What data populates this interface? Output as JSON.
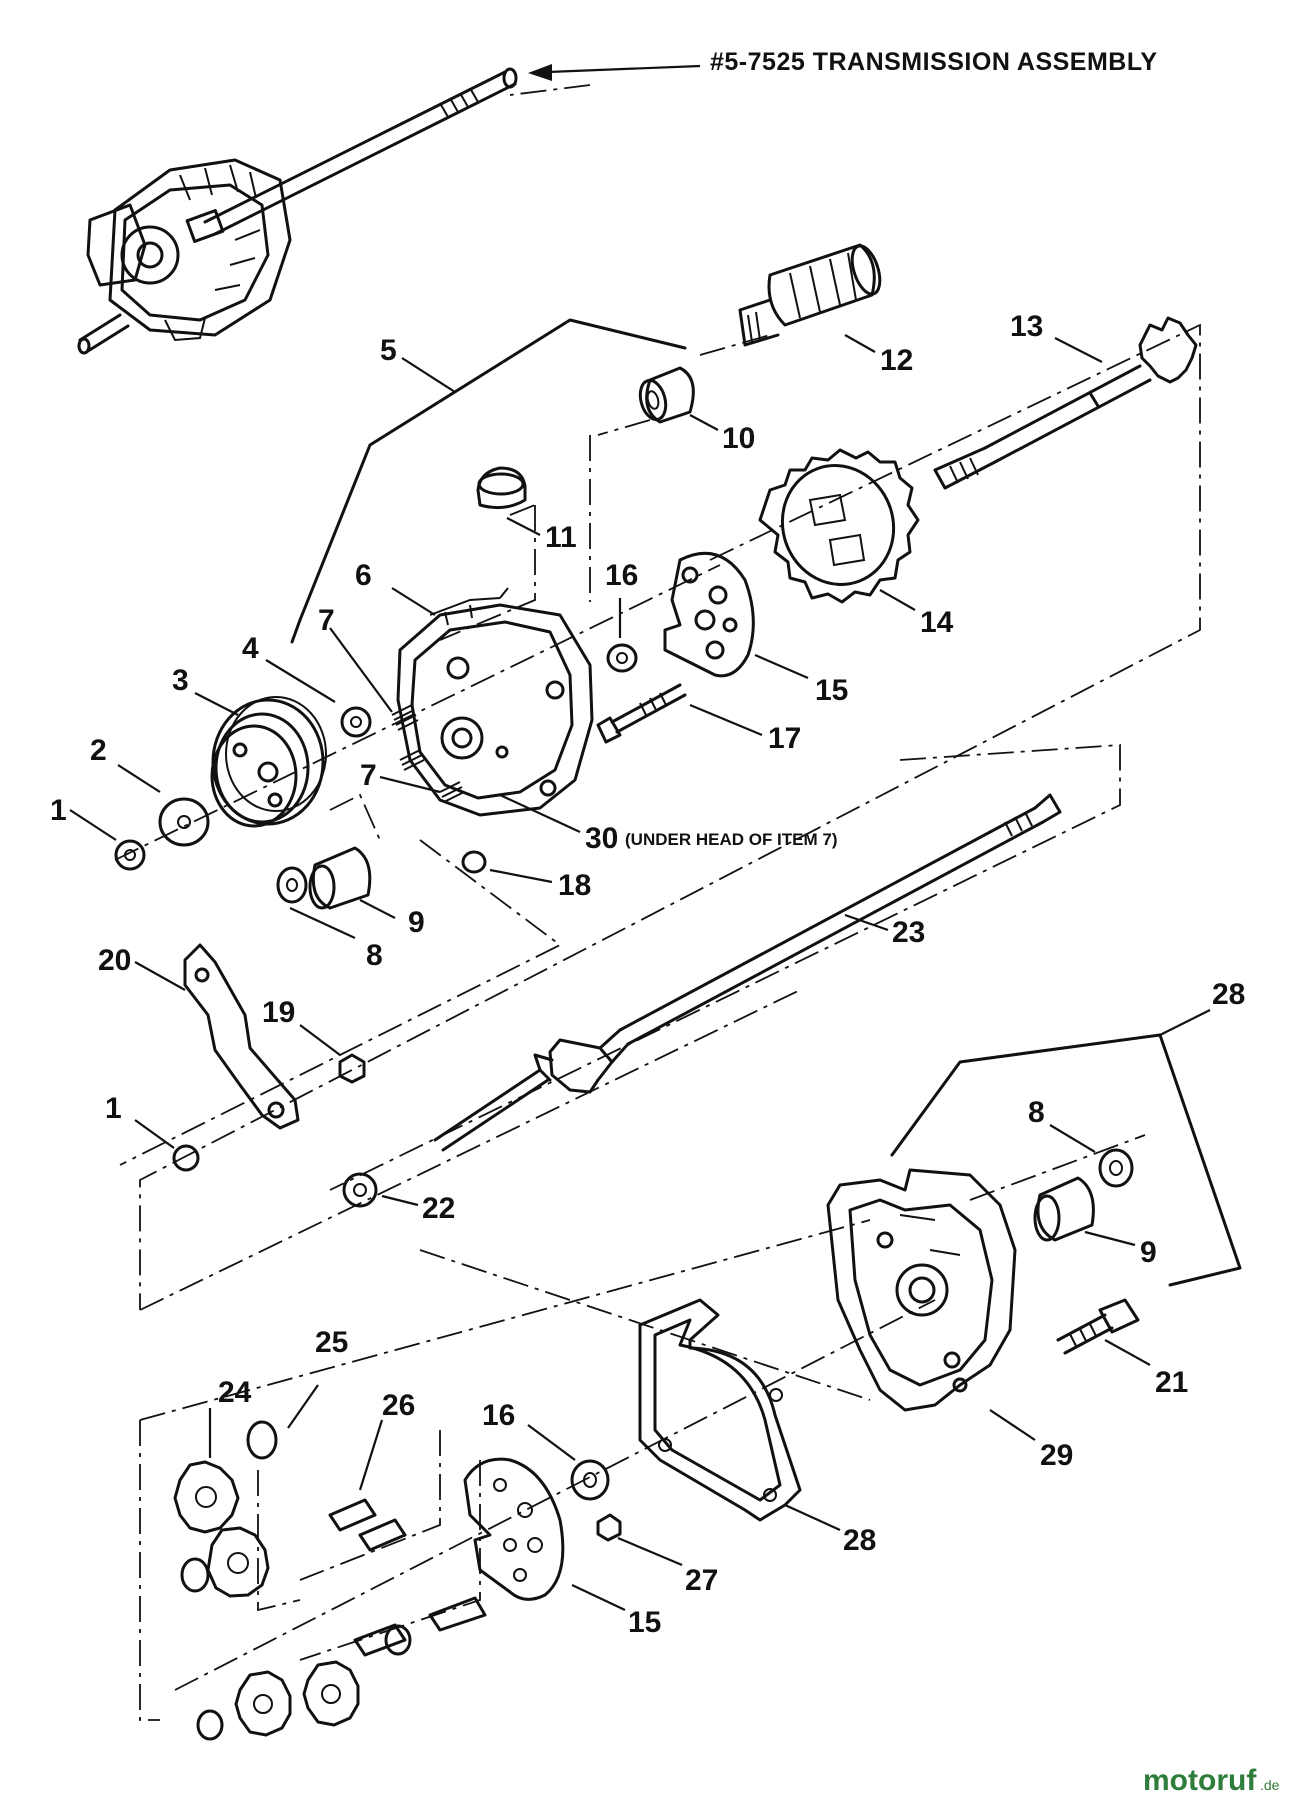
{
  "diagram": {
    "title": "#5-7525 TRANSMISSION ASSEMBLY",
    "note": "(UNDER HEAD OF ITEM 7)",
    "watermark": {
      "main": "motoruf",
      "suffix": ".de"
    },
    "callouts": [
      {
        "id": "c1a",
        "text": "1"
      },
      {
        "id": "c2",
        "text": "2"
      },
      {
        "id": "c3",
        "text": "3"
      },
      {
        "id": "c4",
        "text": "4"
      },
      {
        "id": "c5",
        "text": "5"
      },
      {
        "id": "c6",
        "text": "6"
      },
      {
        "id": "c7a",
        "text": "7"
      },
      {
        "id": "c7b",
        "text": "7"
      },
      {
        "id": "c8a",
        "text": "8"
      },
      {
        "id": "c9a",
        "text": "9"
      },
      {
        "id": "c10",
        "text": "10"
      },
      {
        "id": "c11",
        "text": "11"
      },
      {
        "id": "c12",
        "text": "12"
      },
      {
        "id": "c13",
        "text": "13"
      },
      {
        "id": "c14",
        "text": "14"
      },
      {
        "id": "c15a",
        "text": "15"
      },
      {
        "id": "c16a",
        "text": "16"
      },
      {
        "id": "c17",
        "text": "17"
      },
      {
        "id": "c18",
        "text": "18"
      },
      {
        "id": "c30",
        "text": "30"
      },
      {
        "id": "c20",
        "text": "20"
      },
      {
        "id": "c19",
        "text": "19"
      },
      {
        "id": "c1b",
        "text": "1"
      },
      {
        "id": "c23",
        "text": "23"
      },
      {
        "id": "c22",
        "text": "22"
      },
      {
        "id": "c28a",
        "text": "28"
      },
      {
        "id": "c8b",
        "text": "8"
      },
      {
        "id": "c9b",
        "text": "9"
      },
      {
        "id": "c21",
        "text": "21"
      },
      {
        "id": "c29",
        "text": "29"
      },
      {
        "id": "c24",
        "text": "24"
      },
      {
        "id": "c25",
        "text": "25"
      },
      {
        "id": "c26",
        "text": "26"
      },
      {
        "id": "c16b",
        "text": "16"
      },
      {
        "id": "c28b",
        "text": "28"
      },
      {
        "id": "c27",
        "text": "27"
      },
      {
        "id": "c15b",
        "text": "15"
      }
    ]
  }
}
